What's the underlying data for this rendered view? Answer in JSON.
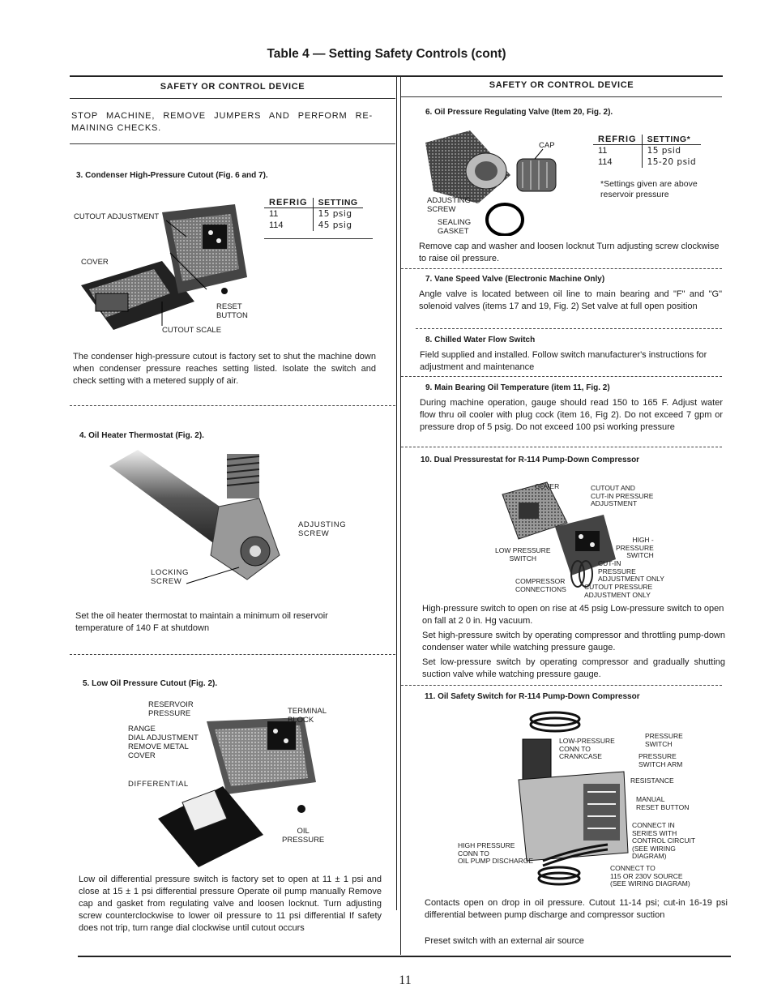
{
  "title": "Table 4 — Setting Safety Controls (cont)",
  "left_column": {
    "header": "SAFETY OR CONTROL DEVICE",
    "intro": "STOP MACHINE, REMOVE JUMPERS AND PERFORM RE-MAINING CHECKS.",
    "item3": {
      "heading": "3. Condenser High-Pressure Cutout (Fig. 6 and 7).",
      "table_headers": [
        "REFRIG",
        "SETTING"
      ],
      "table_rows": [
        [
          "11",
          "15 psig"
        ],
        [
          "114",
          "45 psig"
        ]
      ],
      "labels": {
        "cutout_adjustment": "CUTOUT ADJUSTMENT",
        "cover": "COVER",
        "reset_button": "RESET\nBUTTON",
        "cutout_scale": "CUTOUT SCALE"
      },
      "text": "The condenser high-pressure cutout is factory set to shut the machine down when condenser pressure reaches setting listed. Isolate the switch and check setting with a metered supply of air."
    },
    "item4": {
      "heading": "4. Oil Heater Thermostat (Fig. 2).",
      "labels": {
        "adjusting_screw": "ADJUSTING\nSCREW",
        "locking_screw": "LOCKING\nSCREW"
      },
      "text": "Set the oil heater thermostat to maintain a minimum oil reservoir temperature of 140 F at shutdown"
    },
    "item5": {
      "heading": "5. Low Oil Pressure Cutout (Fig. 2).",
      "labels": {
        "reservoir_pressure": "RESERVOIR\nPRESSURE",
        "range_dial": "RANGE\nDIAL ADJUSTMENT\nREMOVE METAL\nCOVER",
        "terminal_block": "TERMINAL\nBLOCK",
        "differential": "DIFFERENTIAL",
        "oil_pressure": "OIL\nPRESSURE"
      },
      "text": "Low oil differential pressure switch is factory set to open at 11 ± 1 psi and close at 15 ± 1 psi differential pressure Operate oil pump manually Remove cap and gasket from regulating valve and loosen locknut. Turn adjusting screw counterclockwise to lower oil pressure to 11 psi differential If safety does not trip, turn range dial clockwise until cutout occurs"
    }
  },
  "right_column": {
    "header": "SAFETY OR CONTROL DEVICE",
    "item6": {
      "heading": "6. Oil Pressure Regulating Valve (Item 20, Fig. 2).",
      "table_headers": [
        "REFRIG",
        "SETTING*"
      ],
      "table_rows": [
        [
          "11",
          "15 psid"
        ],
        [
          "114",
          "15-20 psid"
        ]
      ],
      "footnote": "*Settings given are above reservoir pressure",
      "labels": {
        "cap": "CAP",
        "adjusting_screw": "ADJUSTING\nSCREW",
        "sealing_gasket": "SEALING\nGASKET"
      },
      "text": "Remove cap and washer and loosen locknut Turn adjusting screw clockwise to raise oil pressure."
    },
    "item7": {
      "heading": "7. Vane Speed Valve (Electronic Machine Only)",
      "text": "Angle valve is located between oil line to main bearing and \"F\" and \"G\" solenoid valves (items 17 and 19, Fig. 2) Set valve at full open position"
    },
    "item8": {
      "heading": "8. Chilled Water Flow Switch",
      "text": "Field supplied and installed. Follow switch manufacturer's instructions for adjustment and maintenance"
    },
    "item9": {
      "heading": "9. Main Bearing Oil Temperature (item 11, Fig. 2)",
      "text": "During machine operation, gauge should read 150 to 165 F. Adjust water flow thru oil cooler with plug cock (item 16, Fig 2). Do not exceed 7 gpm or pressure drop of 5 psig. Do not exceed 100 psi working pressure"
    },
    "item10": {
      "heading": "10. Dual Pressurestat for R-114 Pump-Down Compressor",
      "labels": {
        "cover": "COVER",
        "cutout_cutin": "CUTOUT AND\nCUT-IN PRESSURE\nADJUSTMENT",
        "low_pressure_switch": "LOW PRESSURE\nSWITCH",
        "high_pressure_switch": "HIGH -\nPRESSURE\nSWITCH",
        "cutin_pressure": "CUT-IN\nPRESSURE\nADJUSTMENT ONLY",
        "compressor_connections": "COMPRESSOR\nCONNECTIONS",
        "cutout_pressure": "CUTOUT PRESSURE\nADJUSTMENT ONLY"
      },
      "paragraphs": [
        "High-pressure switch to open on rise at 45 psig Low-pressure switch to open on fall at 2 0 in. Hg vacuum.",
        "Set high-pressure switch by operating compressor and throttling pump-down condenser water while watching pressure gauge.",
        "Set low-pressure switch by operating compressor and gradually shutting suction valve while watching pressure gauge."
      ]
    },
    "item11": {
      "heading": "11. Oil Safety Switch for R-114 Pump-Down Compressor",
      "labels": {
        "low_pressure_conn": "LOW-PRESSURE\nCONN TO\nCRANKCASE",
        "pressure_switch": "PRESSURE\nSWITCH",
        "pressure_switch_arm": "PRESSURE\nSWITCH ARM",
        "resistance": "RESISTANCE",
        "manual_reset": "MANUAL\nRESET BUTTON",
        "connect_in_series": "CONNECT IN\nSERIES WITH\nCONTROL CIRCUIT\n(SEE WIRING\nDIAGRAM)",
        "high_pressure_conn": "HIGH PRESSURE\nCONN TO\nOIL PUMP DISCHARGE",
        "connect_to_source": "CONNECT TO\n115 OR 230V SOURCE\n(SEE WIRING DIAGRAM)"
      },
      "paragraphs": [
        "Contacts open on drop in oil pressure. Cutout 11-14 psi; cut-in 16-19 psi differential between pump discharge and compressor suction",
        "Preset switch with an external air source"
      ]
    }
  },
  "page_number": "11",
  "icons": [
    "pressure-cutout-photo",
    "thermostat-photo",
    "low-oil-cutout-photo",
    "valve-photo",
    "pressurestat-photo",
    "oil-safety-switch-photo"
  ]
}
